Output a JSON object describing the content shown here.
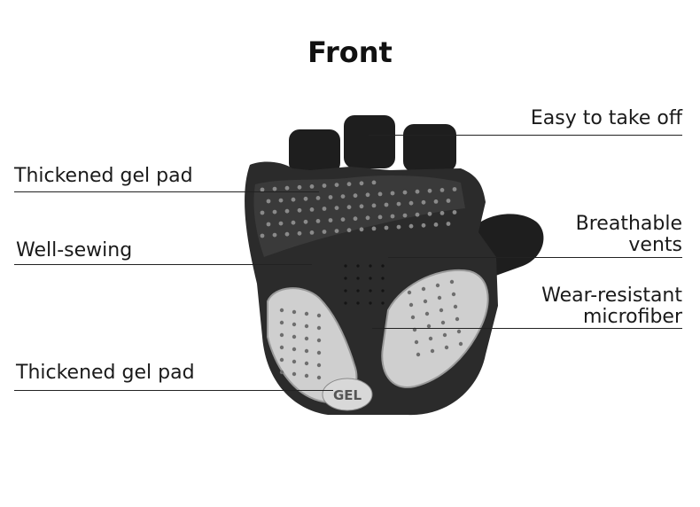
{
  "title": "Front",
  "annotations": {
    "easy_off": "Easy to take off",
    "gel_pad_top": "Thickened gel pad",
    "breathable_1": "Breathable",
    "breathable_2": "vents",
    "well_sewing": "Well-sewing",
    "wear_1": "Wear-resistant",
    "wear_2": "microfiber",
    "gel_pad_bottom": "Thickened gel pad"
  },
  "gel_badge": "GEL",
  "colors": {
    "glove_body": "#2a2a2a",
    "glove_dark": "#161616",
    "gel_pad": "#c9c9c9",
    "line": "#222222"
  }
}
